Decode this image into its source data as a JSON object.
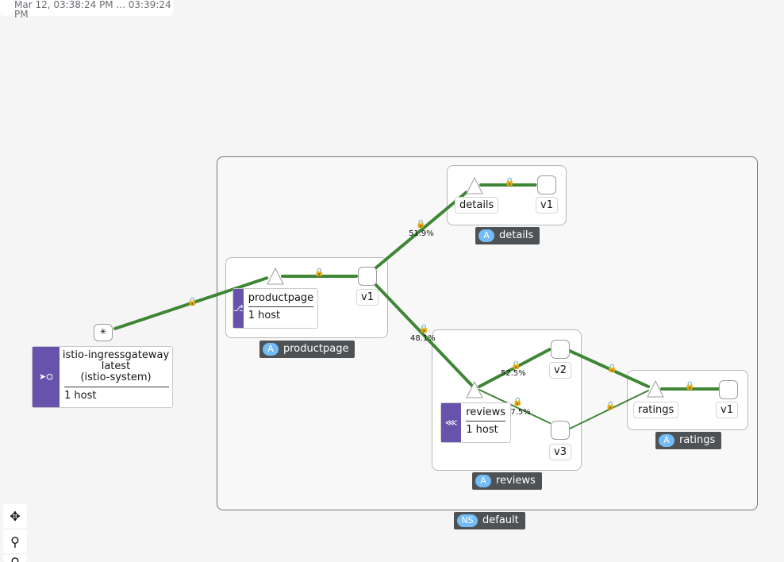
{
  "timestamp": "Mar 12, 03:38:24 PM ... 03:39:24 PM",
  "namespace": {
    "badge": "NS",
    "label": "default"
  },
  "apps": {
    "details": {
      "badge": "A",
      "label": "details",
      "service": "details",
      "version": "v1"
    },
    "productpage": {
      "badge": "A",
      "label": "productpage",
      "service": "productpage",
      "host": "1 host",
      "version": "v1"
    },
    "reviews": {
      "badge": "A",
      "label": "reviews",
      "service": "reviews",
      "host": "1 host",
      "versions": [
        "v2",
        "v3"
      ]
    },
    "ratings": {
      "badge": "A",
      "label": "ratings",
      "service": "ratings",
      "version": "v1"
    }
  },
  "gateway": {
    "name": "istio-ingressgateway",
    "version": "latest",
    "ns": "(istio-system)",
    "host": "1 host"
  },
  "edges": {
    "to_details_pct": "51.9%",
    "to_reviews_pct": "48.1%",
    "reviews_to_v2_pct": "52.5%",
    "reviews_to_v3_pct": "47.5%"
  },
  "toolbar": [
    "move-icon",
    "zoom-in-icon",
    "zoom-out-icon"
  ],
  "colors": {
    "edge": "#3e8635",
    "service_icon_bg": "#6753ac",
    "badge_bg": "#4f5255",
    "badge_pill": "#73bcf7"
  }
}
